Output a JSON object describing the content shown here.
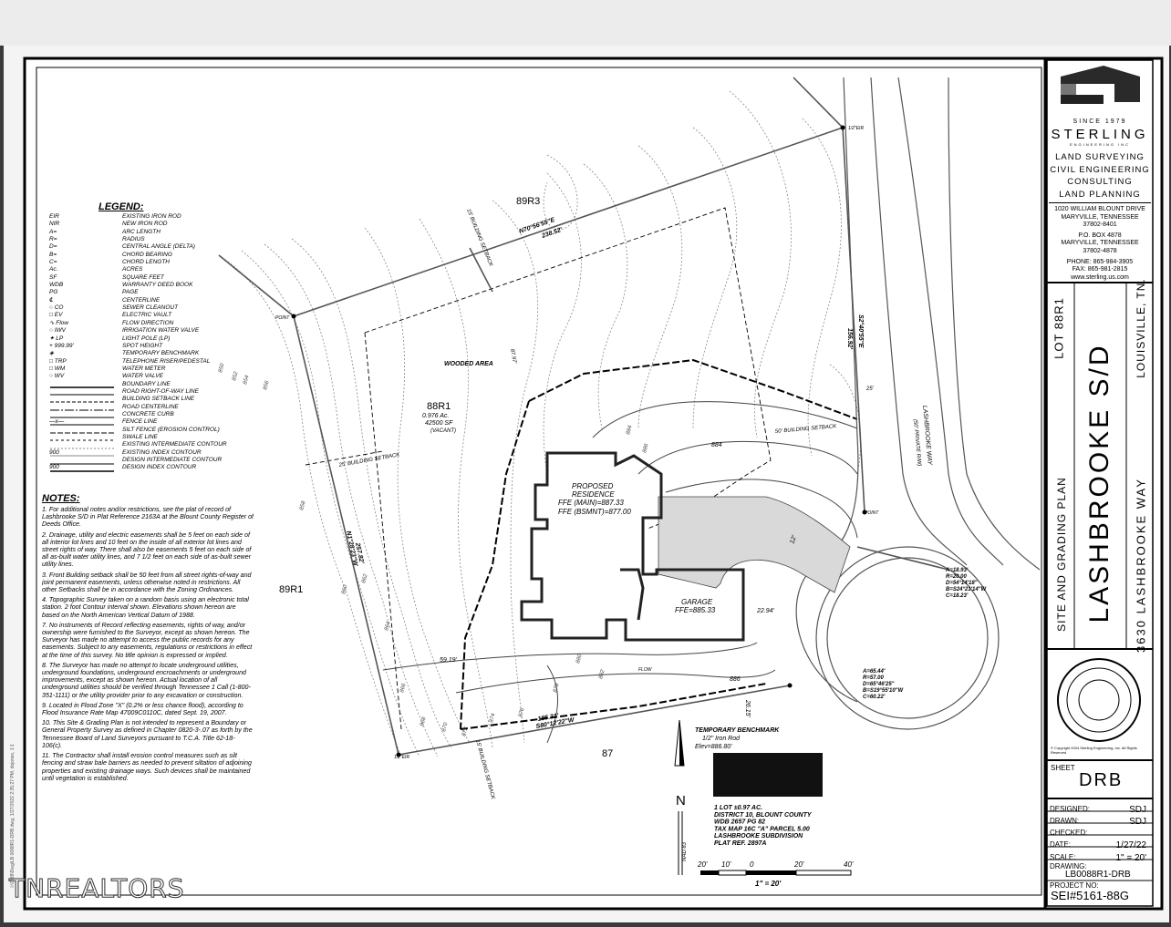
{
  "legend": {
    "title": "LEGEND:",
    "items": [
      {
        "symbol": "EIR",
        "label": "EXISTING IRON ROD"
      },
      {
        "symbol": "NIR",
        "label": "NEW IRON ROD"
      },
      {
        "symbol": "A=",
        "label": "ARC LENGTH"
      },
      {
        "symbol": "R=",
        "label": "RADIUS"
      },
      {
        "symbol": "D=",
        "label": "CENTRAL ANGLE (DELTA)"
      },
      {
        "symbol": "B=",
        "label": "CHORD BEARING"
      },
      {
        "symbol": "C=",
        "label": "CHORD LENGTH"
      },
      {
        "symbol": "Ac.",
        "label": "ACRES"
      },
      {
        "symbol": "SF",
        "label": "SQUARE FEET"
      },
      {
        "symbol": "WDB",
        "label": "WARRANTY DEED BOOK"
      },
      {
        "symbol": "PG",
        "label": "PAGE"
      },
      {
        "symbol": "℄",
        "label": "CENTERLINE"
      },
      {
        "symbol": "○ CO",
        "label": "SEWER CLEANOUT"
      },
      {
        "symbol": "□ EV",
        "label": "ELECTRIC VAULT"
      },
      {
        "symbol": "∿ Flow",
        "label": "FLOW DIRECTION"
      },
      {
        "symbol": "○ IWV",
        "label": "IRRIGATION WATER VALVE"
      },
      {
        "symbol": "✦ LP",
        "label": "LIGHT POLE (LP)"
      },
      {
        "symbol": "+ 999.99'",
        "label": "SPOT HEIGHT"
      },
      {
        "symbol": "◈",
        "label": "TEMPORARY BENCHMARK"
      },
      {
        "symbol": "□ TRP",
        "label": "TELEPHONE RISER/PEDESTAL"
      },
      {
        "symbol": "□ WM",
        "label": "WATER METER"
      },
      {
        "symbol": "○ WV",
        "label": "WATER VALVE"
      },
      {
        "symbol": "",
        "label": "BOUNDARY LINE"
      },
      {
        "symbol": "",
        "label": "ROAD RIGHT-OF-WAY LINE"
      },
      {
        "symbol": "",
        "label": "BUILDING SETBACK LINE"
      },
      {
        "symbol": "",
        "label": "ROAD CENTERLINE"
      },
      {
        "symbol": "",
        "label": "CONCRETE CURB"
      },
      {
        "symbol": "—x—",
        "label": "FENCE LINE"
      },
      {
        "symbol": "",
        "label": "SILT FENCE (EROSION CONTROL)"
      },
      {
        "symbol": "",
        "label": "SWALE LINE"
      },
      {
        "symbol": "",
        "label": "EXISTING INTERMEDIATE CONTOUR"
      },
      {
        "symbol": "900",
        "label": "EXISTING INDEX CONTOUR"
      },
      {
        "symbol": "",
        "label": "DESIGN INTERMEDIATE CONTOUR"
      },
      {
        "symbol": "900",
        "label": "DESIGN INDEX CONTOUR"
      }
    ]
  },
  "notes": {
    "title": "NOTES:",
    "items": [
      "1. For additional notes and/or restrictions, see the plat of record of Lashbrooke S/D in Plat Reference 2163A at the Blount County Register of Deeds Office.",
      "2. Drainage, utility and electric easements shall be 5 feet on each side of all interior lot lines and 10 feet on the inside of all exterior lot lines and street rights of way. There shall also be easements 5 feet on each side of all as-built water utility lines, and 7 1/2 feet on each side of as-built sewer utility lines.",
      "3. Front Building setback shall be 50 feet from all street rights-of-way and joint permanent easements, unless otherwise noted in restrictions. All other Setbacks shall be in accordance with the Zoning Ordinances.",
      "4. Topographic Survey taken on a random basis using an electronic total station. 2 foot Contour interval shown. Elevations shown hereon are based on the North American Vertical Datum of 1988.",
      "7. No instruments of Record reflecting easements, rights of way, and/or ownership were furnished to the Surveyor, except as shown hereon. The Surveyor has made no attempt to access the public records for any easements. Subject to any easements, regulations or restrictions in effect at the time of this survey. No title opinion is expressed or implied.",
      "8. The Surveyor has made no attempt to locate underground utilities, underground foundations, underground encroachments or underground improvements, except as shown hereon. Actual location of all underground utilities should be verified through Tennessee 1 Call (1-800-351-1111) or the utility provider prior to any excavation or construction.",
      "9. Located in Flood Zone \"X\" (0.2% or less chance flood), according to Flood Insurance Rate Map 47009C0110C, dated Sept. 19, 2007.",
      "10. This Site & Grading Plan is not intended to represent a Boundary or General Property Survey as defined in Chapter 0820-3-.07 as forth by the Tennessee Board of Land Surveyors pursuant to T.C.A. Title 62-18-106(c).",
      "11. The Contractor shall install erosion control measures such as silt fencing and straw bale barriers as needed to prevent siltation of adjoining properties and existing drainage ways. Such devices shall be maintained until vegetation is established."
    ]
  },
  "plan": {
    "lot_labels": [
      "89R3",
      "88R1",
      "89R1",
      "87"
    ],
    "lot_area": [
      "0.976 Ac.",
      "42500 SF",
      "(VACANT)"
    ],
    "wooded_area": "WOODED AREA",
    "residence": [
      "PROPOSED",
      "RESIDENCE",
      "FFE (MAIN)=887.33",
      "FFE (BSMNT)=877.00"
    ],
    "garage": [
      "GARAGE",
      "FFE=885.33"
    ],
    "boundary_bearings": [
      "N70°56'55\"E",
      "238.52'",
      "S2°40'55\"E",
      "156.92'",
      "S80°12'22\"W",
      "185.31'",
      "N1°28'23\"W",
      "257.82'"
    ],
    "setbacks": [
      "15' BUILDING SETBACK",
      "25' BUILDING SETBACK",
      "50' BUILDING SETBACK",
      "25'",
      "15' BUILDING SETBACK"
    ],
    "road": [
      "LASHBROOKE WAY",
      "(50' PRIVATE R/W)"
    ],
    "curve1": [
      "A=18.93'",
      "R=20.00",
      "D=54°14'18\"",
      "B=S24°21'14\"W",
      "C=18.23'"
    ],
    "curve2": [
      "A=65.44'",
      "R=57.00",
      "D=65°46'25\"",
      "B=S19°55'10\"W",
      "C=60.22'"
    ],
    "dims": [
      "59.19'",
      "22.94'",
      "26.15'",
      "87.97'",
      "12'"
    ],
    "benchmark": [
      "TEMPORARY BENCHMARK",
      "1/2\" Iron Rod",
      "Elev=886.80'"
    ],
    "lot_info": [
      "1 LOT ±0.97 AC.",
      "DISTRICT 10, BLOUNT COUNTY",
      "WDB 2657 PG 82",
      "TAX MAP 16C \"A\" PARCEL 5.00",
      "LASHBROOKE SUBDIVISION",
      "PLAT REF. 2897A"
    ],
    "scale_labels": [
      "20'",
      "10'",
      "0",
      "20'",
      "40'"
    ],
    "scale_text": "1\" = 20'",
    "north": "N",
    "nad": "NAD 83",
    "contours": [
      "850",
      "852",
      "854",
      "856",
      "858",
      "860",
      "862",
      "864",
      "866",
      "868",
      "870",
      "872",
      "874",
      "876",
      "878",
      "880",
      "882",
      "884",
      "886"
    ],
    "point_labels": [
      "1/2\"EIR",
      "POINT",
      "POINT",
      "1/2\"EIR"
    ],
    "flow": "FLOW"
  },
  "title_block": {
    "since": "SINCE 1979",
    "company": "STERLING",
    "company_sub": "ENGINEERING INC",
    "services": [
      "LAND SURVEYING",
      "CIVIL ENGINEERING",
      "CONSULTING",
      "LAND PLANNING"
    ],
    "address": [
      "1020 WILLIAM BLOUNT DRIVE",
      "MARYVILLE, TENNESSEE",
      "37802-8401",
      "P.O. BOX 4878",
      "MARYVILLE, TENNESSEE",
      "37802-4878",
      "PHONE: 865-984-3905",
      "FAX: 865-981-2815",
      "www.sterling.us.com"
    ],
    "lot": "LOT 88R1",
    "subdivision": "LASHBROOKE S/D",
    "city": "LOUISVILLE, TN.",
    "plan_type": "SITE AND GRADING PLAN",
    "address_line": "3630 LASHBROOKE WAY",
    "copyright": "© Copyright 2004 Sterling Engineering, Inc. All Rights Reserved",
    "sheet_label": "SHEET",
    "sheet": "DRB",
    "designed_label": "DESIGNED:",
    "designed": "SDJ",
    "drawn_label": "DRAWN:",
    "drawn": "SDJ",
    "checked_label": "CHECKED:",
    "checked": "",
    "date_label": "DATE:",
    "date": "1/27/22",
    "scale_label": "SCALE:",
    "scale": "1\" = 20'",
    "drawing_label": "DRAWING:",
    "drawing": "LB0088R1-DRB",
    "project_label": "PROJECT NO:",
    "project": "SEI#5161-88G"
  },
  "watermark": "TNREALTORS",
  "side_text": "I:\\G\\88\\Dwg\\LB 0088R1-DRB.dwg, 1/27/2022 2:35:27 PM, dsjones, 1:1"
}
